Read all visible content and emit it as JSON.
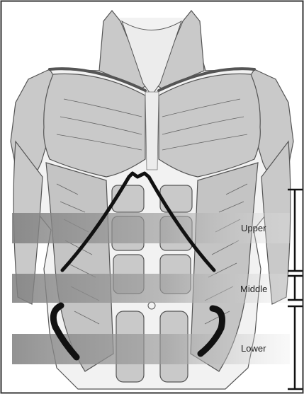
{
  "zones": [
    {
      "label": "Upper"
    },
    {
      "label": "Middle"
    },
    {
      "label": "Lower"
    }
  ],
  "colors": {
    "muscle_fill": "#c9c9c9",
    "muscle_stroke": "#555555",
    "band": "#9a9a9a",
    "bracket": "#111111",
    "marker": "#111111",
    "frame": "#333333"
  },
  "icons": {
    "body": "torso-anatomy-icon"
  }
}
